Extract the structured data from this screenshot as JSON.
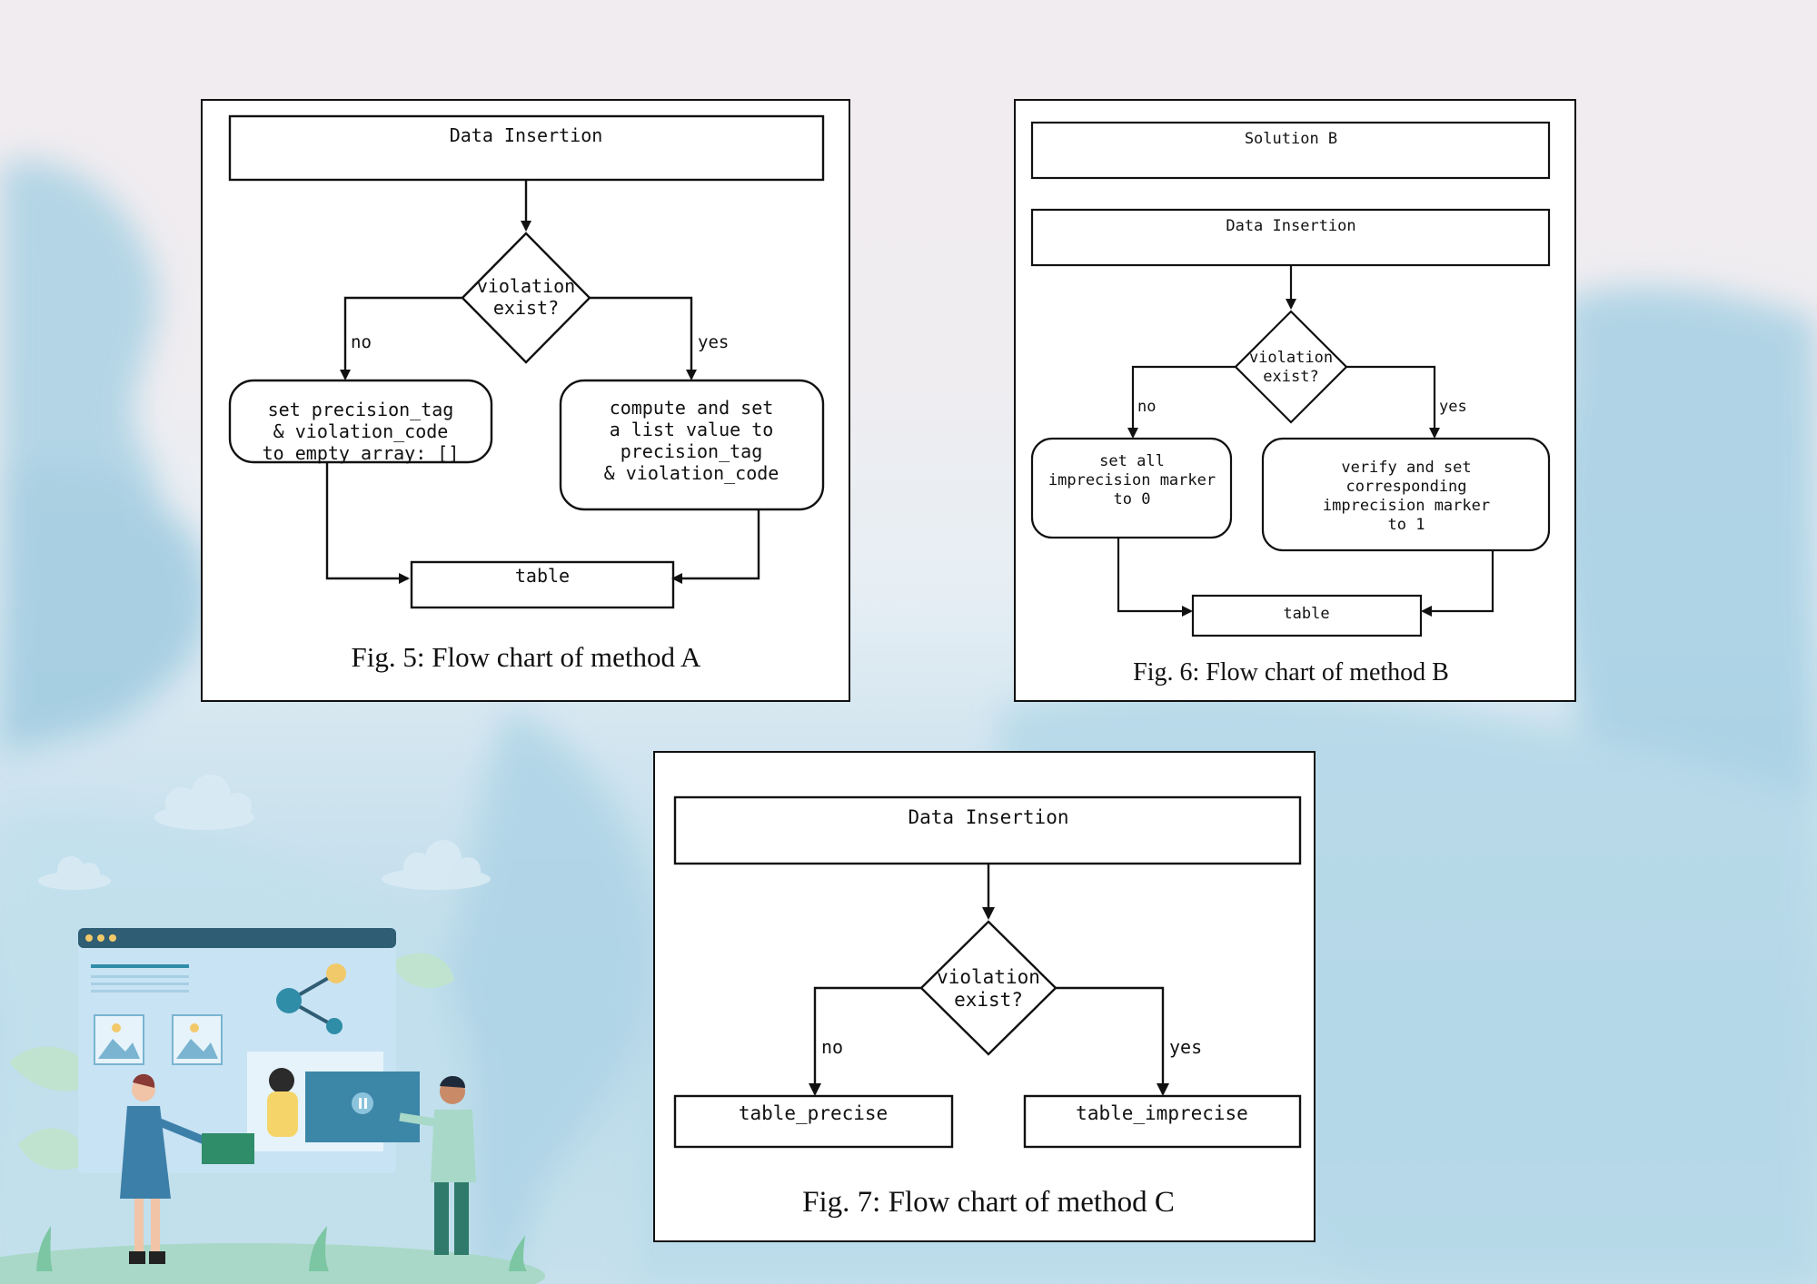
{
  "figures": [
    {
      "caption": "Fig. 5: Flow chart of method A",
      "nodes": {
        "start": "Data Insertion",
        "decision": [
          "violation",
          "exist?"
        ],
        "no_label": "no",
        "yes_label": "yes",
        "no_box": [
          "set precision_tag",
          "& violation_code",
          "to empty array: []"
        ],
        "yes_box": [
          "compute and set",
          "a list value to",
          "precision_tag",
          "& violation_code"
        ],
        "end": "table"
      }
    },
    {
      "caption": "Fig. 6: Flow chart of method B",
      "nodes": {
        "header": "Solution B",
        "start": "Data Insertion",
        "decision": [
          "violation",
          "exist?"
        ],
        "no_label": "no",
        "yes_label": "yes",
        "no_box": [
          "set all",
          "imprecision marker",
          "to 0"
        ],
        "yes_box": [
          "verify and set",
          "corresponding",
          "imprecision marker",
          "to 1"
        ],
        "end": "table"
      }
    },
    {
      "caption": "Fig. 7: Flow chart of method C",
      "nodes": {
        "start": "Data Insertion",
        "decision": [
          "violation",
          "exist?"
        ],
        "no_label": "no",
        "yes_label": "yes",
        "no_end": "table_precise",
        "yes_end": "table_imprecise"
      }
    }
  ]
}
